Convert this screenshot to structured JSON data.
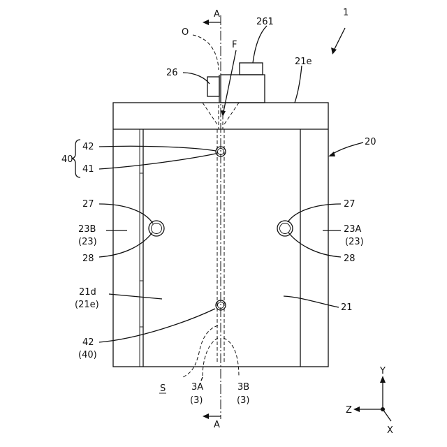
{
  "labels": {
    "fig_ref": "1",
    "section_top": "A",
    "section_bottom": "A",
    "axis_o": "O",
    "flow_f": "F",
    "part_261": "261",
    "part_26": "26",
    "part_21e": "21e",
    "part_20": "20",
    "part_42_top": "42",
    "part_40": "40",
    "part_41": "41",
    "part_27_left": "27",
    "part_27_right": "27",
    "part_23b": "23B",
    "part_23b_sub": "(23)",
    "part_23a": "23A",
    "part_23a_sub": "(23)",
    "part_28_left": "28",
    "part_28_right": "28",
    "part_21d": "21d",
    "part_21d_sub": "(21e)",
    "part_21": "21",
    "part_42_bottom": "42",
    "part_42_bottom_sub": "(40)",
    "part_s": "S",
    "part_3a": "3A",
    "part_3a_sub": "(3)",
    "part_3b": "3B",
    "part_3b_sub": "(3)",
    "axis_y": "Y",
    "axis_z": "Z",
    "axis_x": "X"
  }
}
